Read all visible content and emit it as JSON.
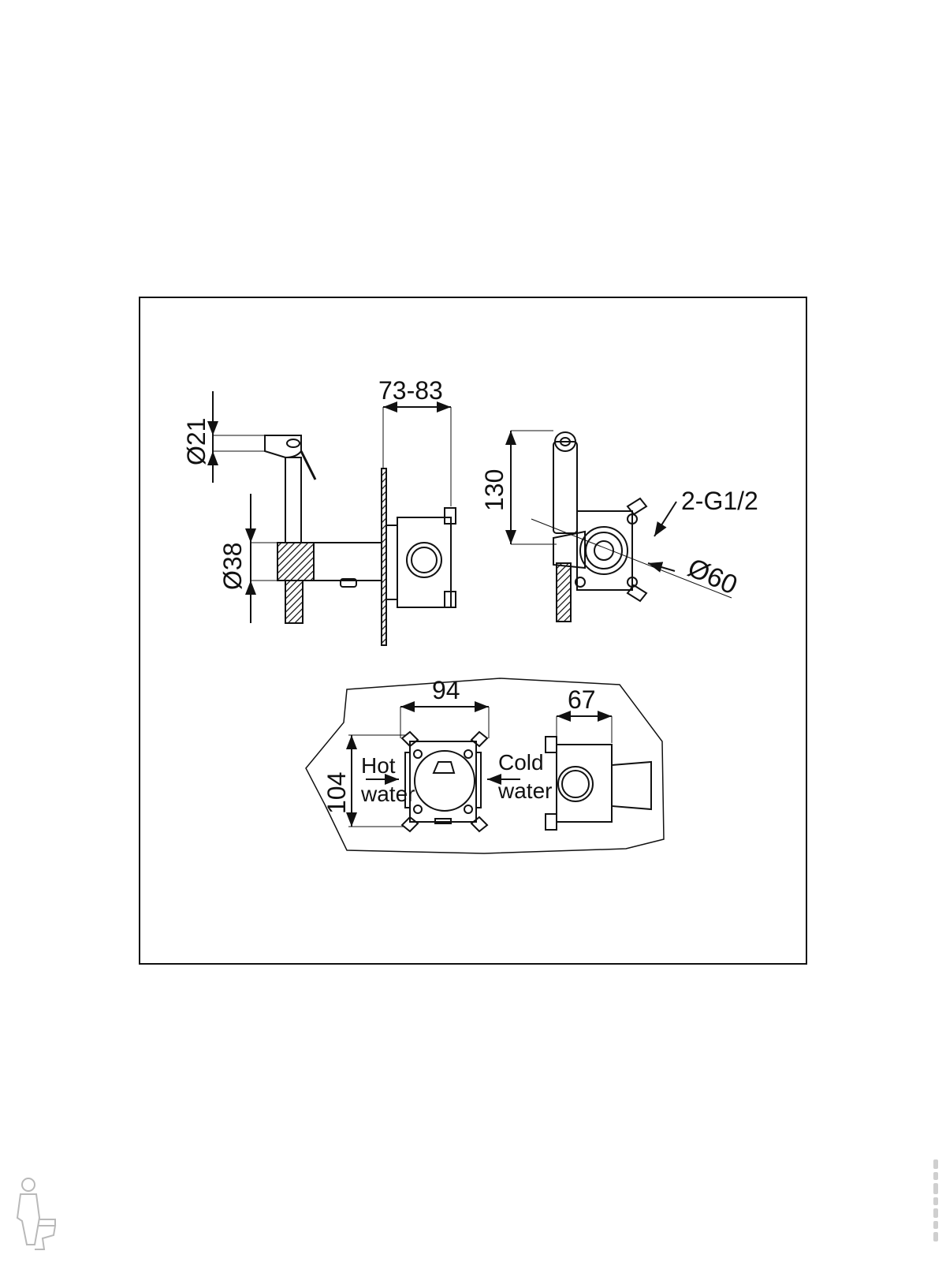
{
  "dimensions": {
    "d21": "Ø21",
    "d38": "Ø38",
    "depth_range": "73-83",
    "height_130": "130",
    "thread": "2-G1/2",
    "d60": "Ø60",
    "width_94": "94",
    "depth_67": "67",
    "height_104": "104"
  },
  "labels": {
    "hot_line1": "Hot",
    "hot_line2": "water",
    "cold_line1": "Cold",
    "cold_line2": "water"
  },
  "icons": {
    "logo": "plumber-toilet-logo",
    "watermark": "vertical-watermark"
  },
  "colors": {
    "ink": "#111111",
    "paper": "#ffffff",
    "logo": "#b9b9b9"
  }
}
